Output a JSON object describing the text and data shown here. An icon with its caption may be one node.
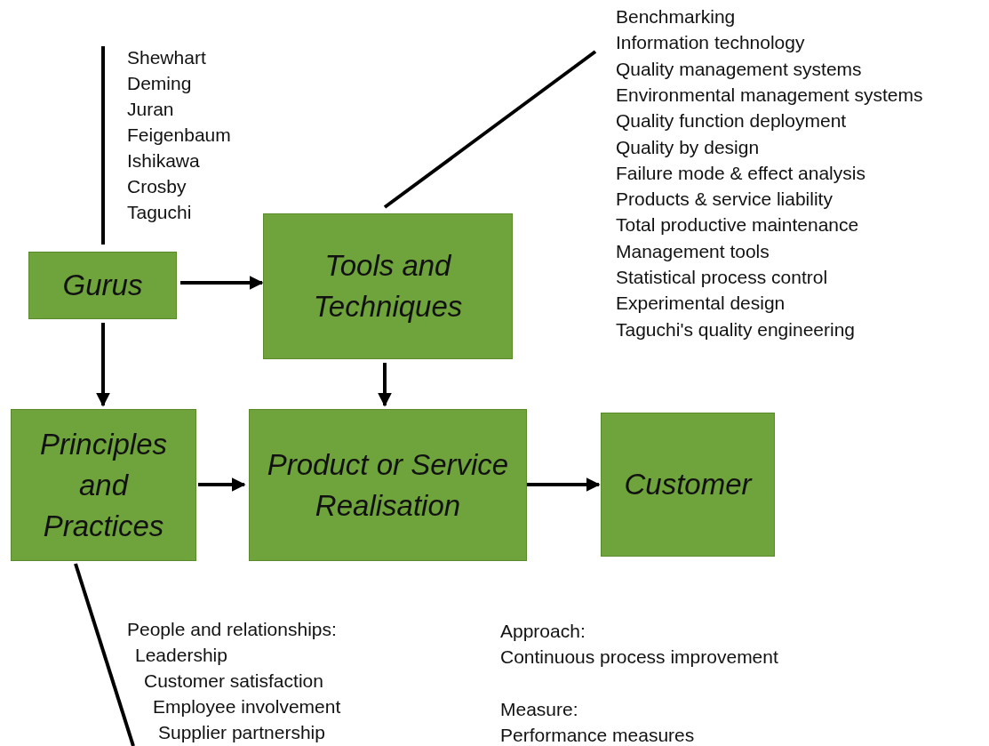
{
  "diagram": {
    "nodes": [
      {
        "text": [
          "Gurus"
        ]
      },
      {
        "text": [
          "Tools and Techniques"
        ]
      },
      {
        "text": [
          "Principles and Practices"
        ]
      },
      {
        "text": [
          "Product or Service Realisation"
        ]
      },
      {
        "text": [
          "Customer"
        ]
      },
      {
        "text": [
          "Shewhart",
          "Deming",
          "Juran",
          "Feigenbaum",
          "Ishikawa",
          "Crosby",
          "Taguchi"
        ]
      },
      {
        "text": [
          "Benchmarking",
          "Information technology",
          "Quality management systems",
          "Environmental management systems",
          "Quality function deployment",
          "Quality by design",
          "Failure mode & effect analysis",
          "Products & service liability",
          "Total productive maintenance",
          "Management tools",
          "Statistical process control",
          "Experimental design",
          "Taguchi's quality engineering"
        ]
      },
      {
        "text": [
          "People and relationships:",
          "Leadership",
          "Customer satisfaction",
          "Employee involvement",
          "Supplier partnership"
        ]
      }
    ],
    "edges": [
      {
        "from": 0,
        "to": 1,
        "arrow": "to"
      },
      {
        "from": 0,
        "to": 2,
        "arrow": "to"
      },
      {
        "from": 1,
        "to": 3,
        "arrow": "to"
      },
      {
        "from": 2,
        "to": 3,
        "arrow": "to"
      },
      {
        "from": 3,
        "to": 4,
        "arrow": "to"
      },
      {
        "from": 0,
        "to": 5,
        "arrow": "none"
      },
      {
        "from": 1,
        "to": 6,
        "arrow": "none"
      },
      {
        "from": 2,
        "to": 7,
        "arrow": "none"
      }
    ],
    "labels": [
      "Approach:",
      "Continuous process improvement",
      "Measure:",
      "Performance measures"
    ]
  }
}
